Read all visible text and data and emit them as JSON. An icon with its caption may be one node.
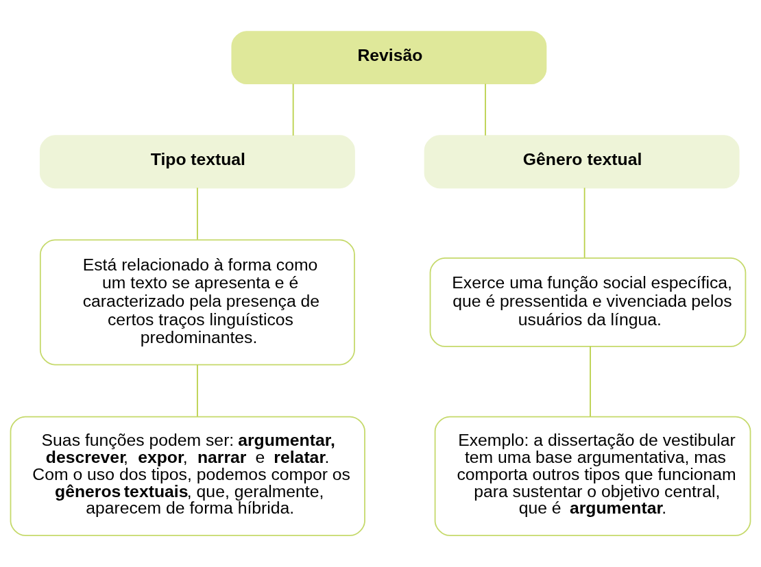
{
  "diagram": {
    "nodes": [
      {
        "text": [
          "Revisão"
        ]
      },
      {
        "text": [
          "Tipo textual"
        ]
      },
      {
        "text": [
          "Gênero textual"
        ]
      },
      {
        "text": [
          "Está relacionado à forma como um texto se apresenta e é caracterizado pela presença de certos traços linguísticos predominantes."
        ]
      },
      {
        "text": [
          "Exerce uma função social específica, que é pressentida e vivenciada pelos usuários da língua."
        ]
      },
      {
        "text": [
          "Suas funções podem ser: **argumentar, descrever**, **expor**, **narrar** e **relatar**. Com o uso dos tipos, podemos compor os **gêneros textuais**, que, geralmente, aparecem de forma híbrida."
        ]
      },
      {
        "text": [
          "Exemplo: a dissertação de vestibular tem uma base argumentativa, mas comporta outros tipos que funcionam para sustentar o objetivo central, que é **argumentar**."
        ]
      }
    ],
    "edges": [
      {
        "from": 0,
        "to": 1,
        "arrow": "none"
      },
      {
        "from": 0,
        "to": 2,
        "arrow": "none"
      },
      {
        "from": 1,
        "to": 3,
        "arrow": "none"
      },
      {
        "from": 2,
        "to": 4,
        "arrow": "none"
      },
      {
        "from": 3,
        "to": 5,
        "arrow": "none"
      },
      {
        "from": 4,
        "to": 6,
        "arrow": "none"
      }
    ]
  }
}
